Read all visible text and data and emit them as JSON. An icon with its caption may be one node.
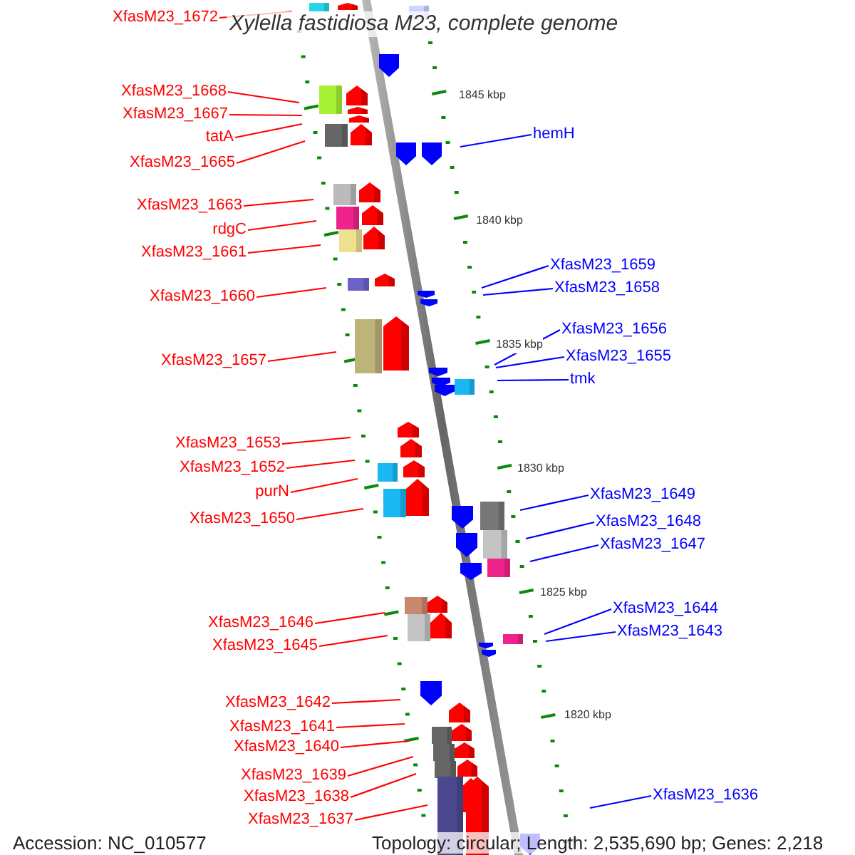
{
  "diagram": {
    "title": "Xylella fastidiosa M23, complete genome",
    "nodes": [
      {
        "text": [
          "XfasM23_1672"
        ]
      },
      {
        "text": [
          "XfasM23_1668"
        ]
      },
      {
        "text": [
          "XfasM23_1667"
        ]
      },
      {
        "text": [
          "hemH"
        ]
      },
      {
        "text": [
          "tatA"
        ]
      },
      {
        "text": [
          "XfasM23_1665"
        ]
      },
      {
        "text": [
          "XfasM23_1663"
        ]
      },
      {
        "text": [
          "rdgC"
        ]
      },
      {
        "text": [
          "XfasM23_1661"
        ]
      },
      {
        "text": [
          "XfasM23_1659"
        ]
      },
      {
        "text": [
          "XfasM23_1658"
        ]
      },
      {
        "text": [
          "XfasM23_1660"
        ]
      },
      {
        "text": [
          "XfasM23_1656"
        ]
      },
      {
        "text": [
          "XfasM23_1655"
        ]
      },
      {
        "text": [
          "XfasM23_1657"
        ]
      },
      {
        "text": [
          "tmk"
        ]
      },
      {
        "text": [
          "XfasM23_1653"
        ]
      },
      {
        "text": [
          "XfasM23_1652"
        ]
      },
      {
        "text": [
          "purN"
        ]
      },
      {
        "text": [
          "XfasM23_1649"
        ]
      },
      {
        "text": [
          "XfasM23_1650"
        ]
      },
      {
        "text": [
          "XfasM23_1648"
        ]
      },
      {
        "text": [
          "XfasM23_1647"
        ]
      },
      {
        "text": [
          "XfasM23_1644"
        ]
      },
      {
        "text": [
          "XfasM23_1646"
        ]
      },
      {
        "text": [
          "XfasM23_1643"
        ]
      },
      {
        "text": [
          "XfasM23_1645"
        ]
      },
      {
        "text": [
          "XfasM23_1642"
        ]
      },
      {
        "text": [
          "XfasM23_1641"
        ]
      },
      {
        "text": [
          "XfasM23_1640"
        ]
      },
      {
        "text": [
          "XfasM23_1639"
        ]
      },
      {
        "text": [
          "XfasM23_1638"
        ]
      },
      {
        "text": [
          "XfasM23_1636"
        ]
      },
      {
        "text": [
          "XfasM23_1637"
        ]
      }
    ],
    "edges": [
      {
        "from": 0,
        "to": null,
        "arrow": "none"
      },
      {
        "from": 1,
        "to": null,
        "arrow": "none"
      },
      {
        "from": 2,
        "to": null,
        "arrow": "none"
      },
      {
        "from": 3,
        "to": null,
        "arrow": "none",
        "color": "#0000ff"
      },
      {
        "from": 4,
        "to": null,
        "arrow": "none"
      },
      {
        "from": 5,
        "to": null,
        "arrow": "none"
      },
      {
        "from": 6,
        "to": null,
        "arrow": "none"
      },
      {
        "from": 7,
        "to": null,
        "arrow": "none"
      },
      {
        "from": 8,
        "to": null,
        "arrow": "none"
      },
      {
        "from": 9,
        "to": null,
        "arrow": "none",
        "color": "#0000ff"
      },
      {
        "from": 10,
        "to": null,
        "arrow": "none",
        "color": "#0000ff"
      },
      {
        "from": 11,
        "to": null,
        "arrow": "none"
      },
      {
        "from": 12,
        "to": null,
        "arrow": "none",
        "color": "#0000ff"
      },
      {
        "from": 13,
        "to": null,
        "arrow": "none",
        "color": "#0000ff"
      },
      {
        "from": 14,
        "to": null,
        "arrow": "none"
      },
      {
        "from": 15,
        "to": null,
        "arrow": "none",
        "color": "#0000ff"
      },
      {
        "from": 16,
        "to": null,
        "arrow": "none"
      },
      {
        "from": 17,
        "to": null,
        "arrow": "none"
      },
      {
        "from": 18,
        "to": null,
        "arrow": "none"
      },
      {
        "from": 19,
        "to": null,
        "arrow": "none",
        "color": "#0000ff"
      },
      {
        "from": 20,
        "to": null,
        "arrow": "none"
      },
      {
        "from": 21,
        "to": null,
        "arrow": "none",
        "color": "#0000ff"
      },
      {
        "from": 22,
        "to": null,
        "arrow": "none",
        "color": "#0000ff"
      },
      {
        "from": 23,
        "to": null,
        "arrow": "none",
        "color": "#0000ff"
      },
      {
        "from": 24,
        "to": null,
        "arrow": "none"
      },
      {
        "from": 25,
        "to": null,
        "arrow": "none",
        "color": "#0000ff"
      },
      {
        "from": 26,
        "to": null,
        "arrow": "none"
      },
      {
        "from": 27,
        "to": null,
        "arrow": "none"
      },
      {
        "from": 28,
        "to": null,
        "arrow": "none"
      },
      {
        "from": 29,
        "to": null,
        "arrow": "none"
      },
      {
        "from": 30,
        "to": null,
        "arrow": "none"
      },
      {
        "from": 31,
        "to": null,
        "arrow": "none"
      },
      {
        "from": 32,
        "to": null,
        "arrow": "none",
        "color": "#0000ff"
      },
      {
        "from": 33,
        "to": null,
        "arrow": "none"
      }
    ],
    "labels": [
      "1845 kbp",
      "1840 kbp",
      "1835 kbp",
      "1830 kbp",
      "1825 kbp",
      "1820 kbp",
      "Accession: NC_010577",
      "Topology: circular; Length: 2,535,690 bp; Genes: 2,218"
    ]
  }
}
